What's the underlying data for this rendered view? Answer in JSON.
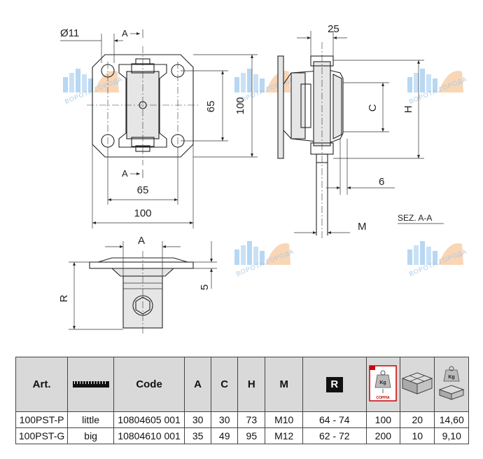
{
  "drawing": {
    "top_view": {
      "hole_dia": "Ø11",
      "section_mark_top": "A",
      "section_mark_bottom": "A",
      "dim_inner_v": "65",
      "dim_outer_v": "100",
      "dim_inner_h": "65",
      "dim_outer_h": "100"
    },
    "section_view": {
      "dim_25": "25",
      "dim_c": "C",
      "dim_h": "H",
      "dim_6": "6",
      "dim_m": "M",
      "label": "SEZ. A-A"
    },
    "side_view": {
      "dim_a": "A",
      "dim_r": "R",
      "dim_5": "5"
    },
    "watermark": "ВОРОТА ГОРОДА"
  },
  "table": {
    "headers": {
      "art": "Art.",
      "code": "Code",
      "a": "A",
      "c": "C",
      "h": "H",
      "m": "M",
      "r": "R",
      "kg_label": "Kg",
      "coppia": "COPPIA"
    },
    "rows": [
      {
        "art": "100PST-P",
        "size": "little",
        "code": "10804605 001",
        "a": "30",
        "c": "30",
        "h": "73",
        "m": "M10",
        "r": "64 - 74",
        "qty": "100",
        "pack": "20",
        "weight": "14,60"
      },
      {
        "art": "100PST-G",
        "size": "big",
        "code": "10804610 001",
        "a": "35",
        "c": "49",
        "h": "95",
        "m": "M12",
        "r": "62 - 72",
        "qty": "200",
        "pack": "10",
        "weight": "9,10"
      }
    ]
  }
}
